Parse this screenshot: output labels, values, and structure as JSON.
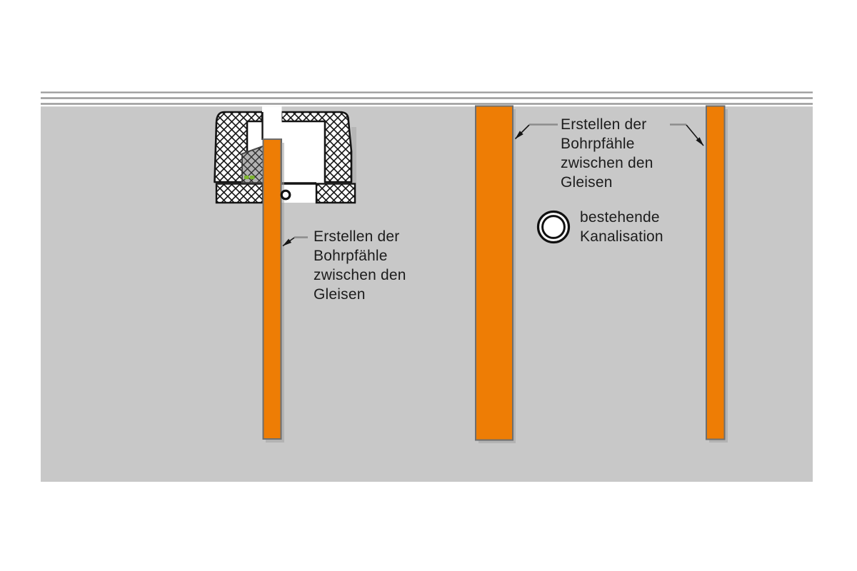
{
  "diagram": {
    "type": "construction-cross-section",
    "labels": {
      "pile_left": {
        "lines": [
          "Erstellen der",
          "Bohrpfähle",
          "zwischen den",
          "Gleisen"
        ]
      },
      "pile_between": {
        "lines": [
          "Erstellen der",
          "Bohrpfähle",
          "zwischen den",
          "Gleisen"
        ]
      },
      "sewer": {
        "lines": [
          "bestehende",
          "Kanalisation"
        ]
      }
    },
    "colors": {
      "canvas": "#ffffff",
      "ground": "#c8c8c8",
      "surface_line": "#9a9a9a",
      "pile": "#ee7d05",
      "pile_border": "#6e6e6e",
      "outline": "#161616",
      "hidden_pile": "#b3b3b3",
      "green_marker": "#7cb52e",
      "leader": "#8c8c8c",
      "shadow": "#a3a3a3",
      "text": "#1c1c1c"
    }
  }
}
